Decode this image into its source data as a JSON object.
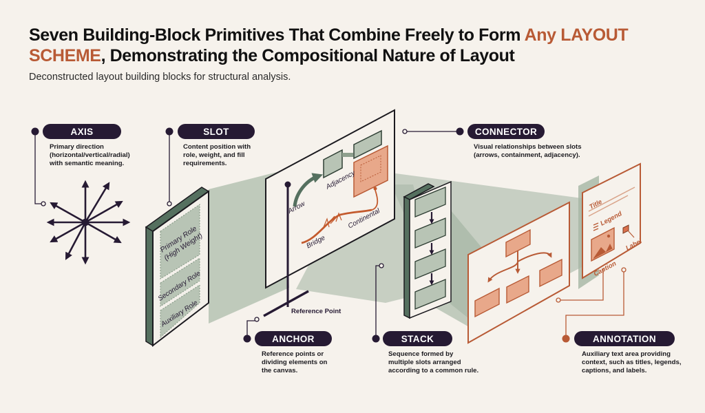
{
  "header": {
    "title_part1": "Seven Building-Block Primitives That Combine Freely to Form ",
    "title_accent": "Any LAYOUT SCHEME",
    "title_part2": ", Demonstrating the Compositional Nature of Layout",
    "subtitle": "Deconstructed layout building blocks for structural analysis."
  },
  "colors": {
    "background": "#f6f2ec",
    "pill": "#261a33",
    "accent": "#b85a35",
    "sage": "#a9b8a8",
    "sage_dark": "#55705f"
  },
  "primitives": [
    {
      "id": "axis",
      "label": "AXIS",
      "description": "Primary direction (horizontal/vertical/radial) with semantic meaning.",
      "desc_lines": [
        "Primary direction",
        "(horizontal/vertical/radial)",
        "with semantic meaning."
      ]
    },
    {
      "id": "slot",
      "label": "SLOT",
      "description": "Content position with role, weight, and fill requirements.",
      "desc_lines": [
        "Content position with",
        "role, weight, and fill",
        "requirements."
      ]
    },
    {
      "id": "connector",
      "label": "CONNECTOR",
      "description": "Visual relationships between slots (arrows, containment, adjacency).",
      "desc_lines": [
        "Visual relationships between slots",
        "(arrows, containment, adjacency)."
      ]
    },
    {
      "id": "anchor",
      "label": "ANCHOR",
      "description": "Reference points or dividing elements on the canvas.",
      "desc_lines": [
        "Reference points or",
        "dividing elements on",
        "the canvas."
      ]
    },
    {
      "id": "stack",
      "label": "STACK",
      "description": "Sequence formed by multiple slots arranged according to a common rule.",
      "desc_lines": [
        "Sequence formed by",
        "multiple slots arranged",
        "according to a common rule."
      ]
    },
    {
      "id": "annotation",
      "label": "ANNOTATION",
      "description": "Auxiliary text area providing context, such as titles, legends, captions, and labels.",
      "desc_lines": [
        "Auxiliary text area providing",
        "context, such as titles, legends,",
        "captions, and labels."
      ]
    }
  ],
  "slot_panel": {
    "roles": [
      "Primary Role",
      "(High Weight)",
      "Secondary Role",
      "Auxiliary Role"
    ]
  },
  "connector_panel": {
    "labels": {
      "arrow": "Arrow",
      "adjacency": "Adjacency",
      "bridge": "Bridge",
      "continental": "Continental"
    }
  },
  "anchor_panel": {
    "reference_label": "Reference Point"
  },
  "annotation_panel": {
    "labels": {
      "title": "Title",
      "legend": "Legend",
      "caption": "Caption",
      "label": "Label"
    }
  }
}
